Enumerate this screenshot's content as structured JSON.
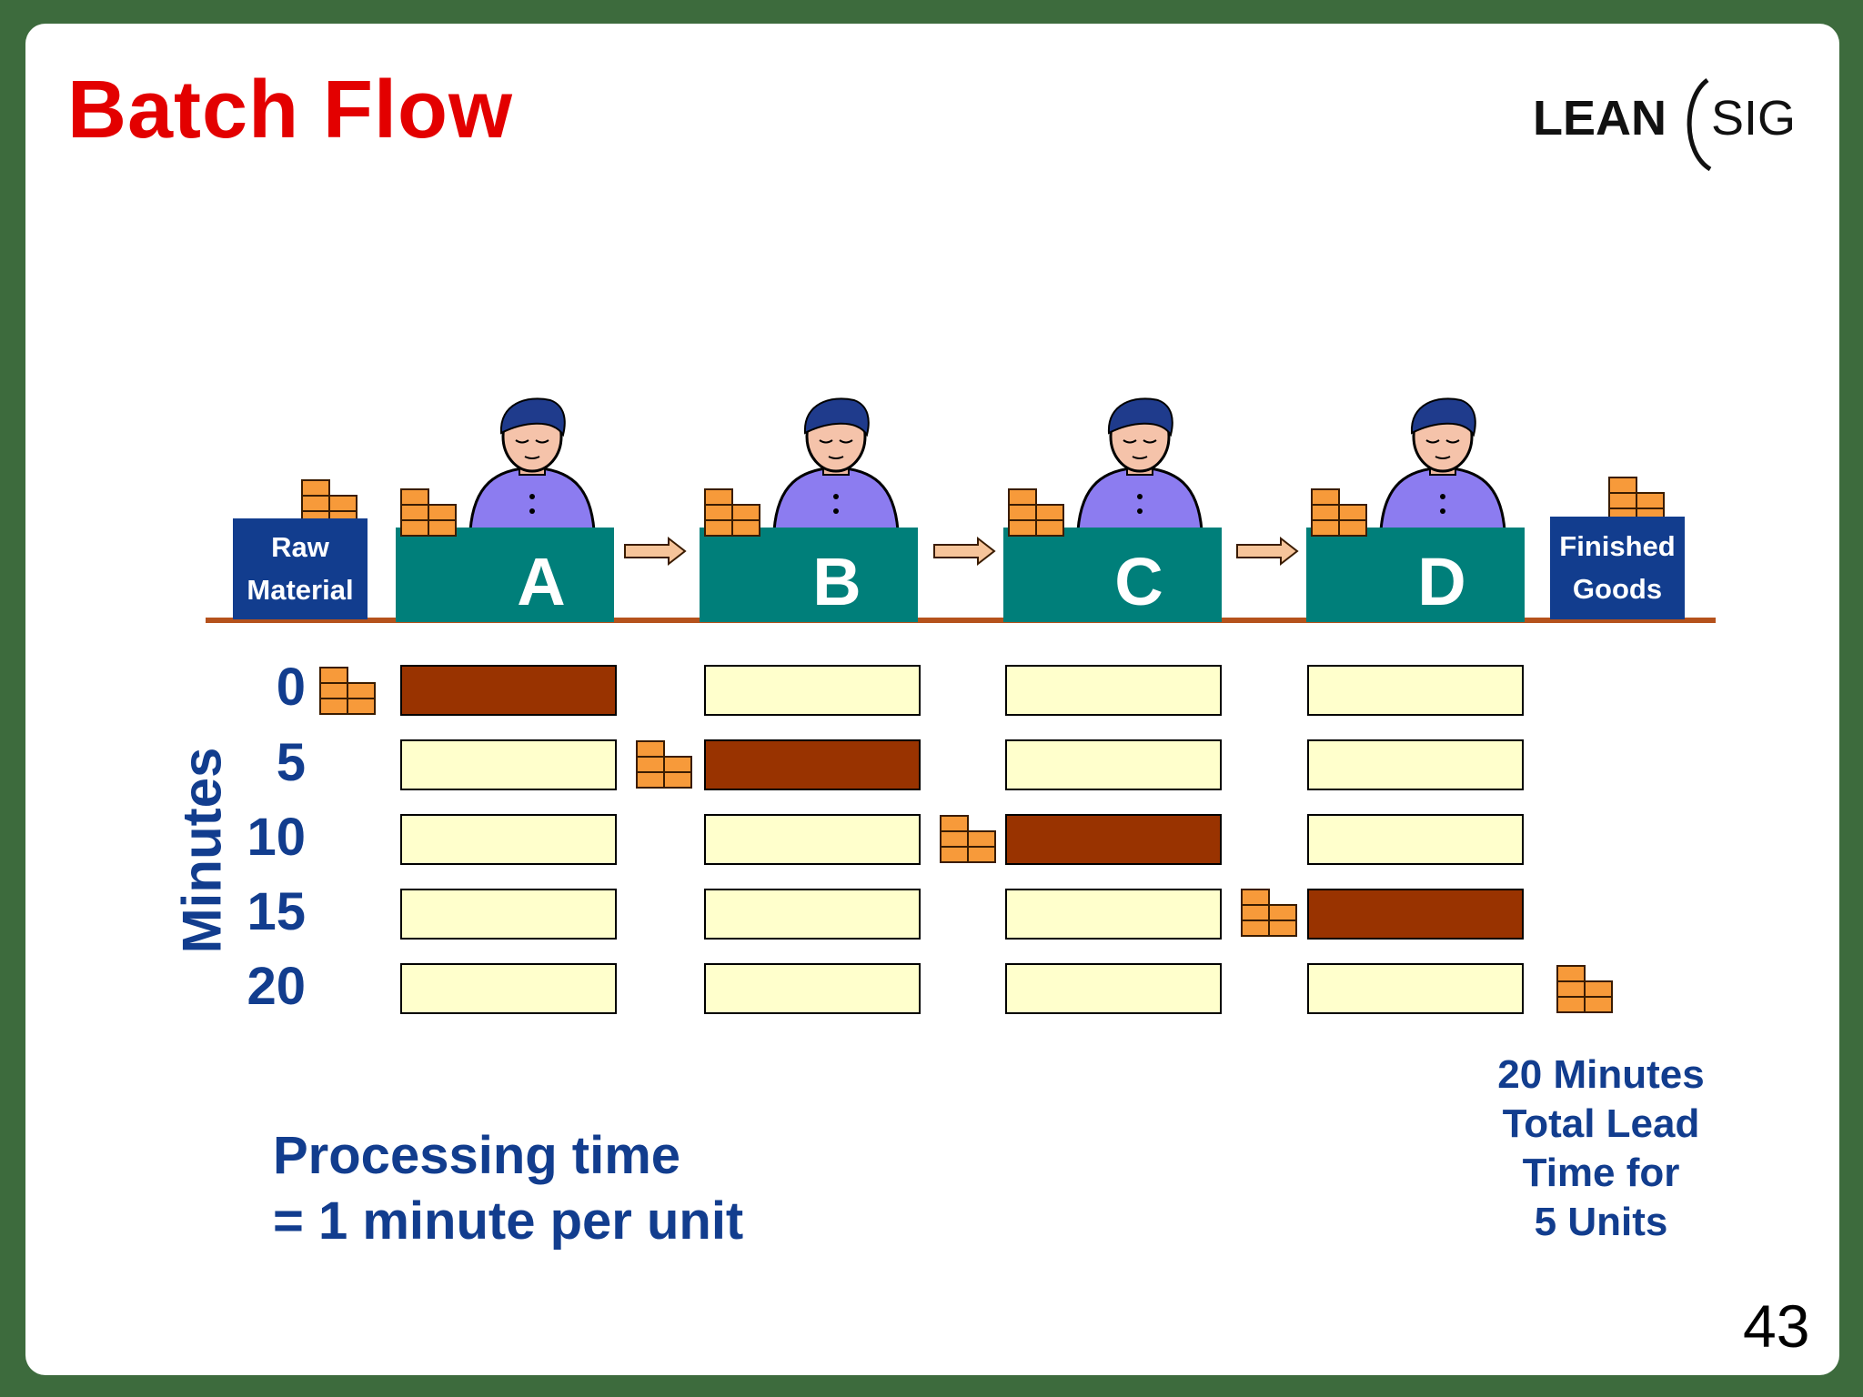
{
  "title": "Batch Flow",
  "logo": {
    "text_left": "LEAN",
    "text_right": "SIG"
  },
  "page_number": "43",
  "raw_material": {
    "line1": "Raw",
    "line2": "Material"
  },
  "finished_goods": {
    "line1": "Finished",
    "line2": "Goods"
  },
  "stations": [
    "A",
    "B",
    "C",
    "D"
  ],
  "axis_label": "Minutes",
  "minutes": [
    "0",
    "5",
    "10",
    "15",
    "20"
  ],
  "processing": {
    "line1": "Processing time",
    "line2": "= 1 minute per unit"
  },
  "lead_time": {
    "line1": "20 Minutes",
    "line2": "Total Lead",
    "line3": "Time for",
    "line4": "5 Units"
  },
  "schedule": {
    "active_station_by_row": [
      0,
      1,
      2,
      3,
      -1
    ],
    "batch_location_by_row": [
      "before-A",
      "before-B",
      "before-C",
      "before-D",
      "finished"
    ]
  },
  "colors": {
    "title": "#e30000",
    "text_blue": "#123d8e",
    "station_teal": "#007f7a",
    "active_block": "#993300",
    "idle_block": "#ffffcc",
    "conveyor": "#b5521c",
    "box_orange": "#f79a3a",
    "worker_shirt": "#8c7cf0"
  },
  "icons": [
    "batch-boxes-icon",
    "worker-icon",
    "flow-arrow-icon",
    "leansig-logo"
  ]
}
